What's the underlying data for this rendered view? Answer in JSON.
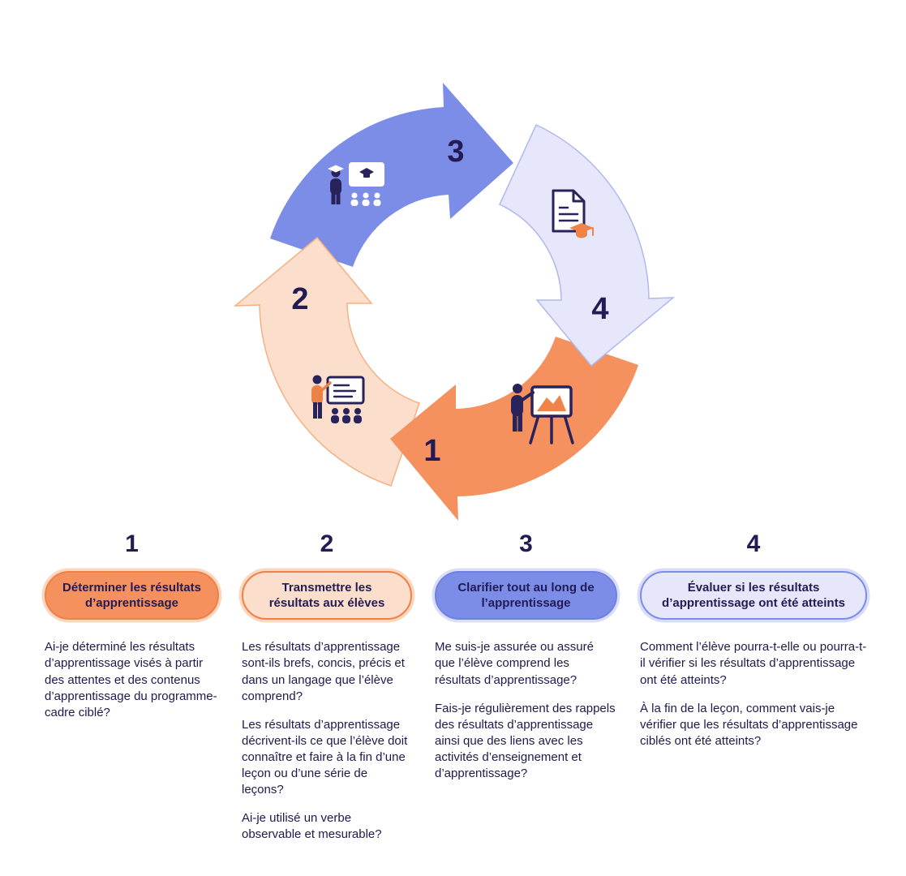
{
  "cycle": {
    "direction": "clockwise",
    "arrows": [
      {
        "step": "1",
        "color": "#F4915E",
        "icon": "presenter-easel-icon"
      },
      {
        "step": "2",
        "color": "#FBDECB",
        "icon": "presenter-screen-audience-icon"
      },
      {
        "step": "3",
        "color": "#7C8DE8",
        "icon": "teacher-board-graduation-icon"
      },
      {
        "step": "4",
        "color": "#E6E7FA",
        "icon": "document-graduation-icon"
      }
    ]
  },
  "columns": [
    {
      "number": "1",
      "pill_label": "Déterminer les résultats d’apprentissage",
      "paragraphs": [
        "Ai-je déterminé les résultats d’apprentissage visés à partir des attentes et des contenus d’apprentissage du programme-cadre ciblé?"
      ]
    },
    {
      "number": "2",
      "pill_label": "Transmettre les résultats aux élèves",
      "paragraphs": [
        "Les résultats d’apprentissage sont-ils brefs, concis, précis et dans un langage que l’élève comprend?",
        "Les résultats d’apprentissage décrivent-ils ce que l’élève doit connaître et faire à la fin d’une leçon ou d’une série de leçons?",
        "Ai-je utilisé un verbe observable et mesurable?"
      ]
    },
    {
      "number": "3",
      "pill_label": "Clarifier tout au long de l’apprentissage",
      "paragraphs": [
        "Me suis-je assurée ou assuré que l’élève comprend les résultats d’apprentissage?",
        "Fais-je régulièrement des rappels des résultats d’apprentissage ainsi que des liens avec les activités d’enseignement et d’apprentissage?"
      ]
    },
    {
      "number": "4",
      "pill_label": "Évaluer si les résultats d’apprentissage ont été atteints",
      "paragraphs": [
        "Comment l’élève pourra-t-elle ou pourra-t-il vérifier si les résultats d’apprentissage ont été atteints?",
        "À la fin de la leçon, comment vais-je vérifier que les résultats d’apprentissage ciblés ont été atteints?"
      ]
    }
  ],
  "colors": {
    "navy": "#221B54",
    "orange": "#F4915E",
    "peach": "#FBDECB",
    "blue": "#7C8DE8",
    "lavender": "#E6E7FA",
    "orange_border": "#ED8146",
    "blue_border": "#7C8DE8"
  }
}
